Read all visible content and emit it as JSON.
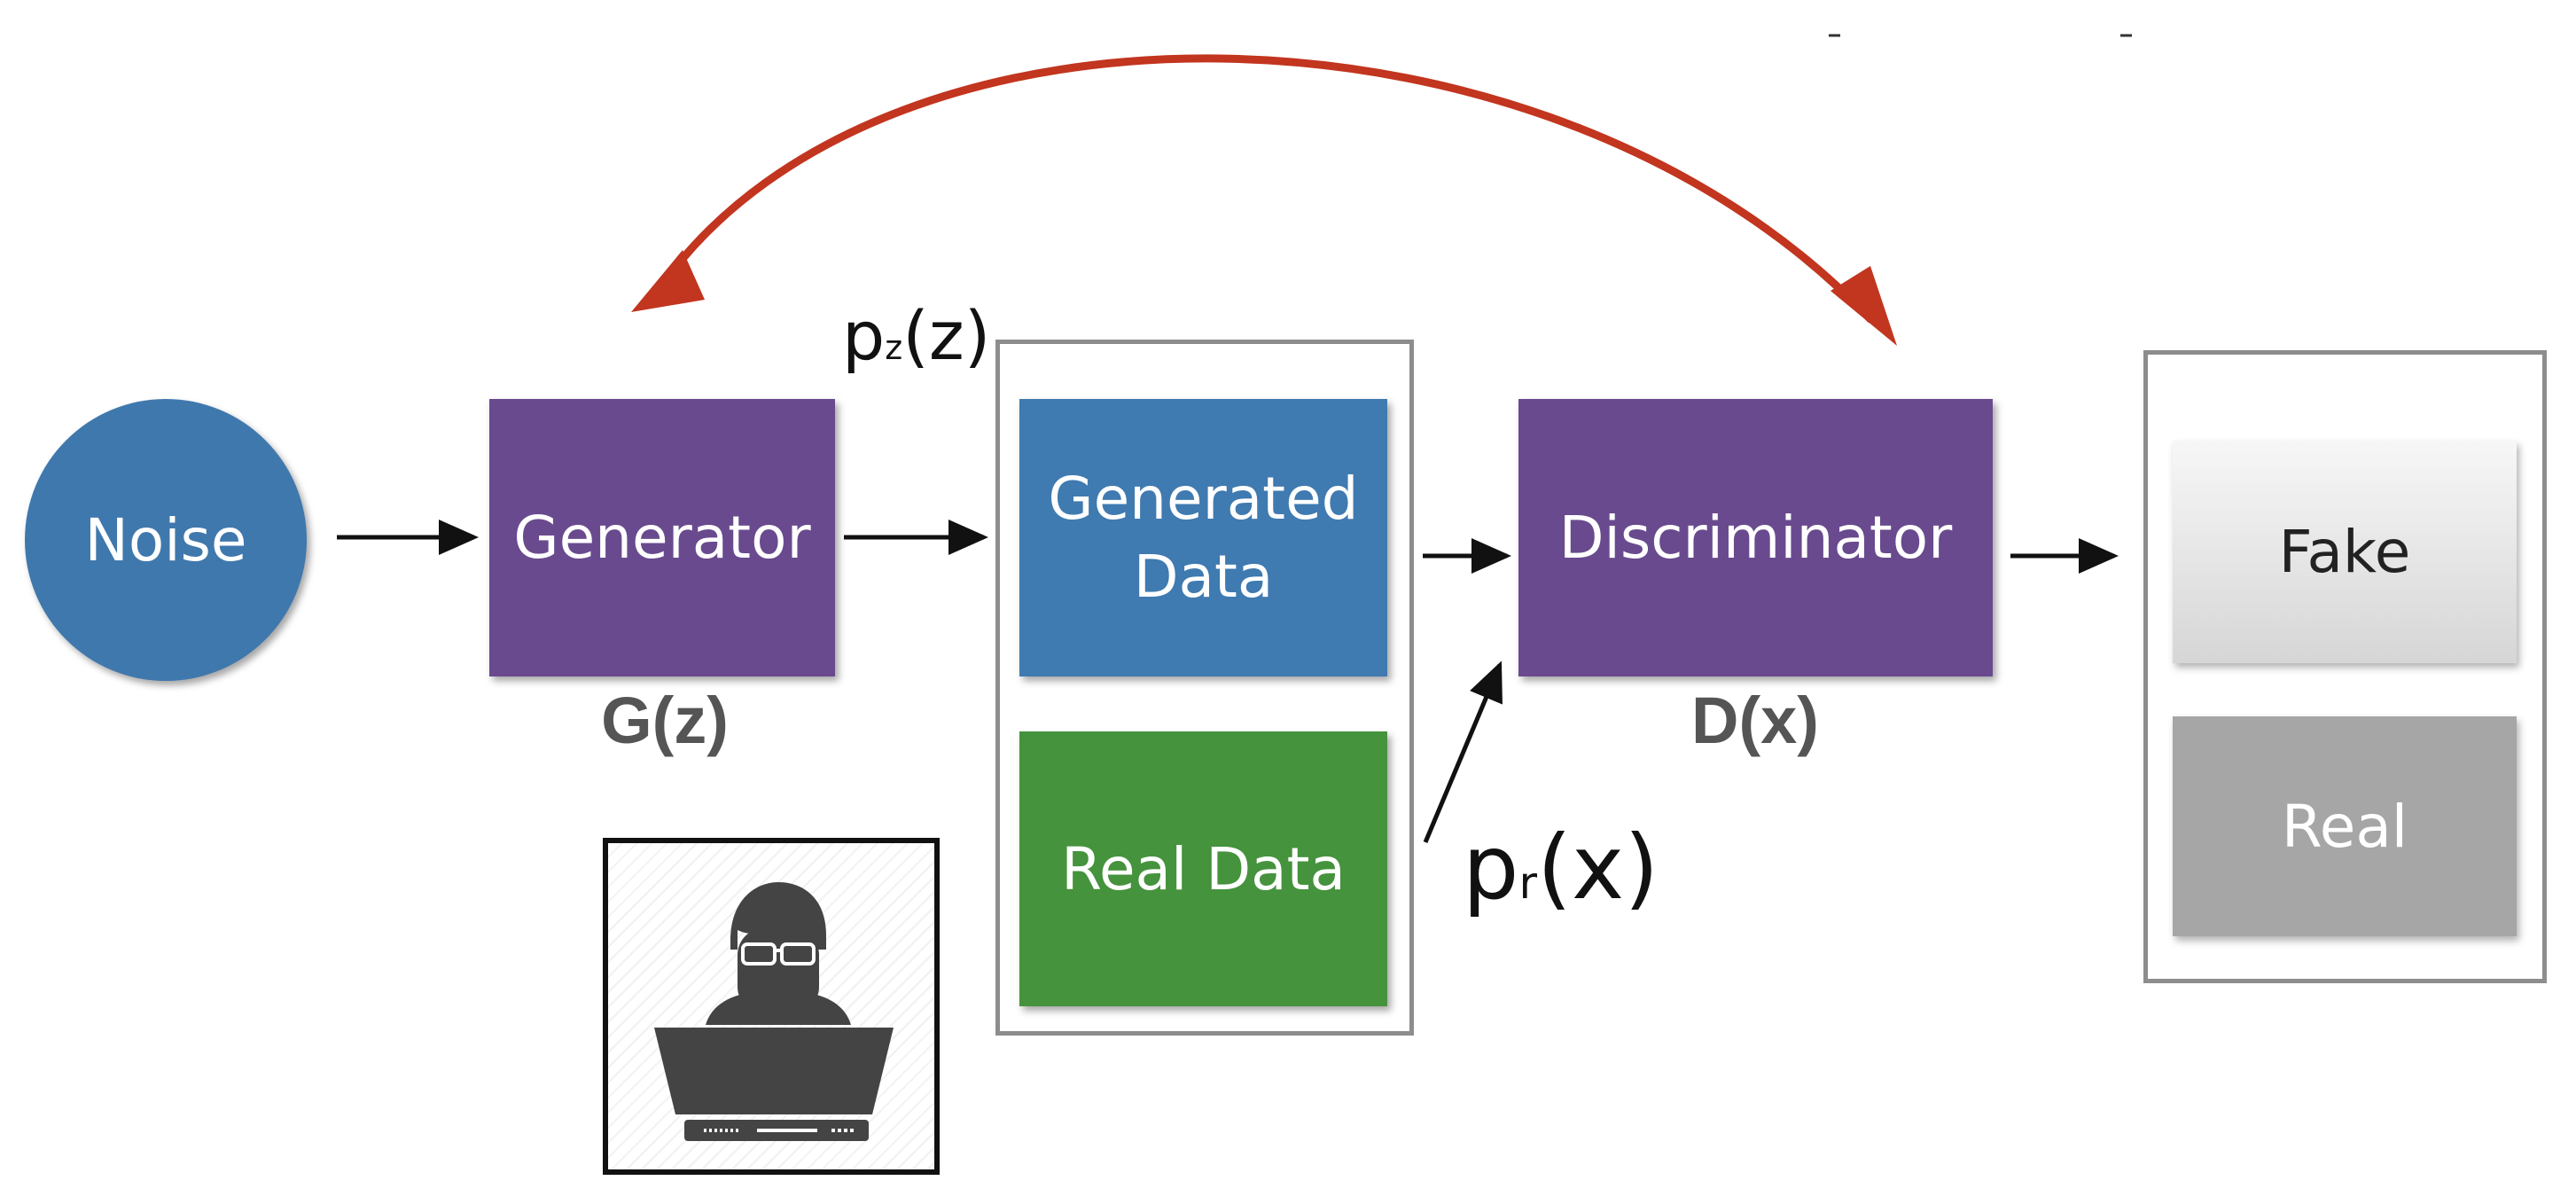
{
  "nodes": {
    "noise": "Noise",
    "generator": "Generator",
    "generated_data_line1": "Generated",
    "generated_data_line2": "Data",
    "real_data": "Real Data",
    "discriminator": "Discriminator",
    "fake": "Fake",
    "real": "Real"
  },
  "labels": {
    "generator_fn": "G(z)",
    "discriminator_fn": "D(x)",
    "pz_main": "p",
    "pz_sub": "z",
    "pz_arg": "(z)",
    "pr_main": "p",
    "pr_sub": "r",
    "pr_arg": "(x)"
  },
  "icons": {
    "person": "person-at-laptop-icon",
    "feedback": "feedback-arrow-icon"
  },
  "colors": {
    "noise": "#3f78ad",
    "generator": "#694a8e",
    "discriminator": "#694a8e",
    "generated_data": "#3f7ab0",
    "real_data": "#45933d",
    "fake": "#e6e6e6",
    "real": "#a6a6a6",
    "feedback_arrow": "#c2351f",
    "frame": "#8d8d8d"
  }
}
